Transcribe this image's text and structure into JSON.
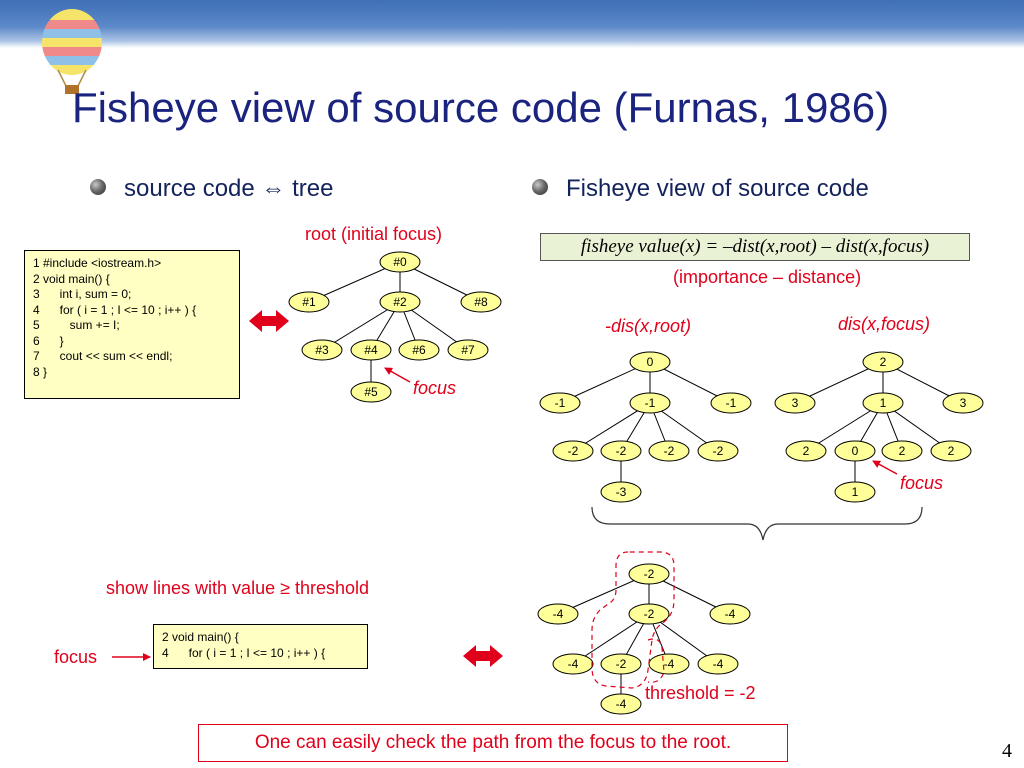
{
  "title": "Fisheye view of source code (Furnas, 1986)",
  "bullets": {
    "left": "source code ⇔ tree",
    "right": "Fisheye view of source code"
  },
  "labels": {
    "root_initial_focus": "root (initial focus)",
    "focus_left": "focus",
    "formula": "fisheye value(x) = –dist(x,root) – dist(x,focus)",
    "importance_distance": "(importance – distance)",
    "neg_dis_root": "-dis(x,root)",
    "dis_focus": "dis(x,focus)",
    "focus_right": "focus",
    "show_lines": "show lines with value ≥ threshold",
    "focus_bottom": "focus",
    "threshold": "threshold = -2",
    "message": "One can easily check the path from the focus to the root.",
    "page_number": "4"
  },
  "code_full": [
    "1 #include <iostream.h>",
    "2 void main() {",
    "3      int i, sum = 0;",
    "4      for ( i = 1 ; I <= 10 ; i++ ) {",
    "5         sum += I;",
    "6      }",
    "7      cout << sum << endl;",
    "8 }"
  ],
  "code_filtered": [
    "2 void main() {",
    "4      for ( i = 1 ; I <= 10 ; i++ ) {"
  ],
  "tree_ids": [
    "#0",
    "#1",
    "#2",
    "#8",
    "#3",
    "#4",
    "#6",
    "#7",
    "#5"
  ],
  "tree_root_dist": [
    "0",
    "-1",
    "-1",
    "-1",
    "-2",
    "-2",
    "-2",
    "-2",
    "-3"
  ],
  "tree_focus_dist": [
    "2",
    "3",
    "1",
    "3",
    "2",
    "0",
    "2",
    "2",
    "1"
  ],
  "tree_fisheye": [
    "-2",
    "-4",
    "-2",
    "-4",
    "-4",
    "-2",
    "-4",
    "-4",
    "-4"
  ],
  "colors": {
    "title": "#1a237e",
    "accent": "#e0001b",
    "node_fill": "#ffff99",
    "code_bg": "#ffffc4"
  }
}
